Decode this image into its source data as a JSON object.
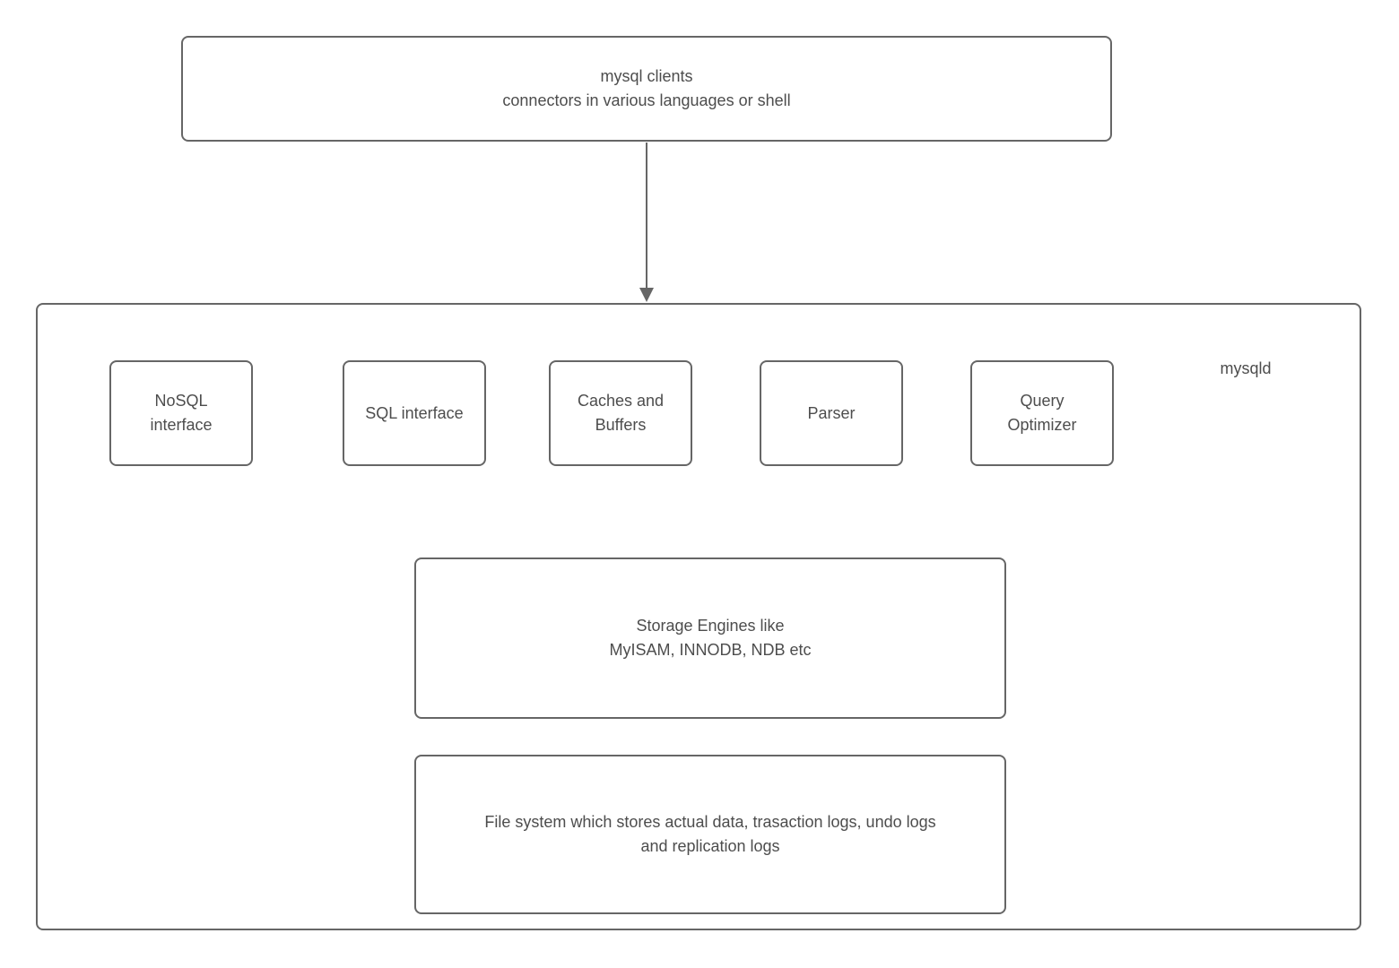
{
  "colors": {
    "border": "#666666",
    "text": "#4d4d4d",
    "background": "#ffffff",
    "arrow": "#666666"
  },
  "clients_box": {
    "text": "mysql clients\nconnectors in various languages or shell"
  },
  "arrow": {
    "from": "clients-box",
    "to": "mysqld-server-box",
    "direction": "down"
  },
  "server_box": {
    "label": "mysqld",
    "components": [
      {
        "label": "NoSQL\ninterface"
      },
      {
        "label": "SQL interface"
      },
      {
        "label": "Caches and\nBuffers"
      },
      {
        "label": "Parser"
      },
      {
        "label": "Query\nOptimizer"
      }
    ],
    "storage_engines": {
      "text": "Storage Engines like\nMyISAM, INNODB, NDB etc"
    },
    "file_system": {
      "text": "File system which stores actual data, trasaction logs, undo logs\nand replication logs"
    }
  }
}
